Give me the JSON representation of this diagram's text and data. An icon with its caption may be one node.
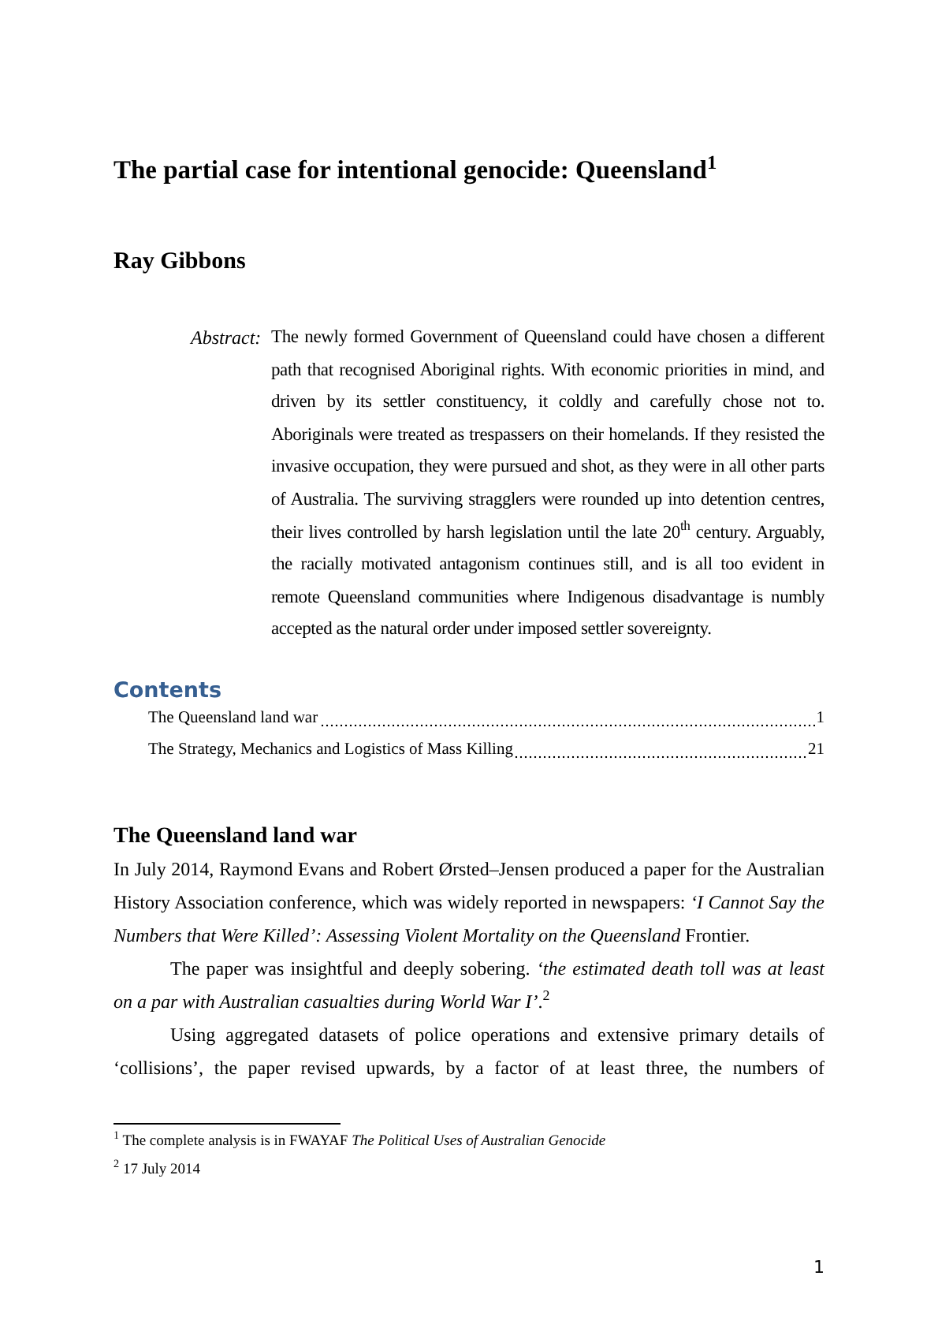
{
  "diagram": {
    "title": "The partial case for intentional genocide: Queensland$^{1}$",
    "labels": [
      "Ray Gibbons",
      "Abstract:",
      "The newly formed Government of Queensland could have chosen a different path that recognised Aboriginal rights. With economic priorities in mind, and driven by its settler constituency, it coldly and carefully chose not to. Aboriginals were treated as trespassers on their homelands. If they resisted the invasive occupation, they were pursued and shot, as they were in all other parts of Australia. The surviving stragglers were rounded up into detention centres, their lives controlled by harsh legislation until the late 20$^{th}$ century. Arguably, the racially motivated antagonism continues still, and is all too evident in remote Queensland communities where Indigenous disadvantage is numbly accepted as the natural order under imposed settler sovereignty.",
      "Contents",
      "The Queensland land war",
      "1",
      "The Strategy, Mechanics and Logistics of Mass Killing",
      "21",
      "The Queensland land war",
      "In July 2014, Raymond Evans and Robert Ørsted–Jensen produced a paper for the Australian History Association conference, which was widely reported in newspapers: *‘I Cannot Say the Numbers that Were Killed’: Assessing Violent Mortality on the Queensland* Frontier.",
      "The paper was insightful and deeply sobering. *‘the estimated death toll was at least on a par with Australian casualties during World War I’*.$^{2}$",
      "Using aggregated datasets of police operations and extensive primary details of ‘collisions’, the paper revised upwards, by a factor of at least three, the numbers of",
      "$^{1}$ The complete analysis is in FWAYAF *The Political Uses of Australian Genocide*",
      "$^{2}$ 17 July 2014",
      "1"
    ]
  }
}
